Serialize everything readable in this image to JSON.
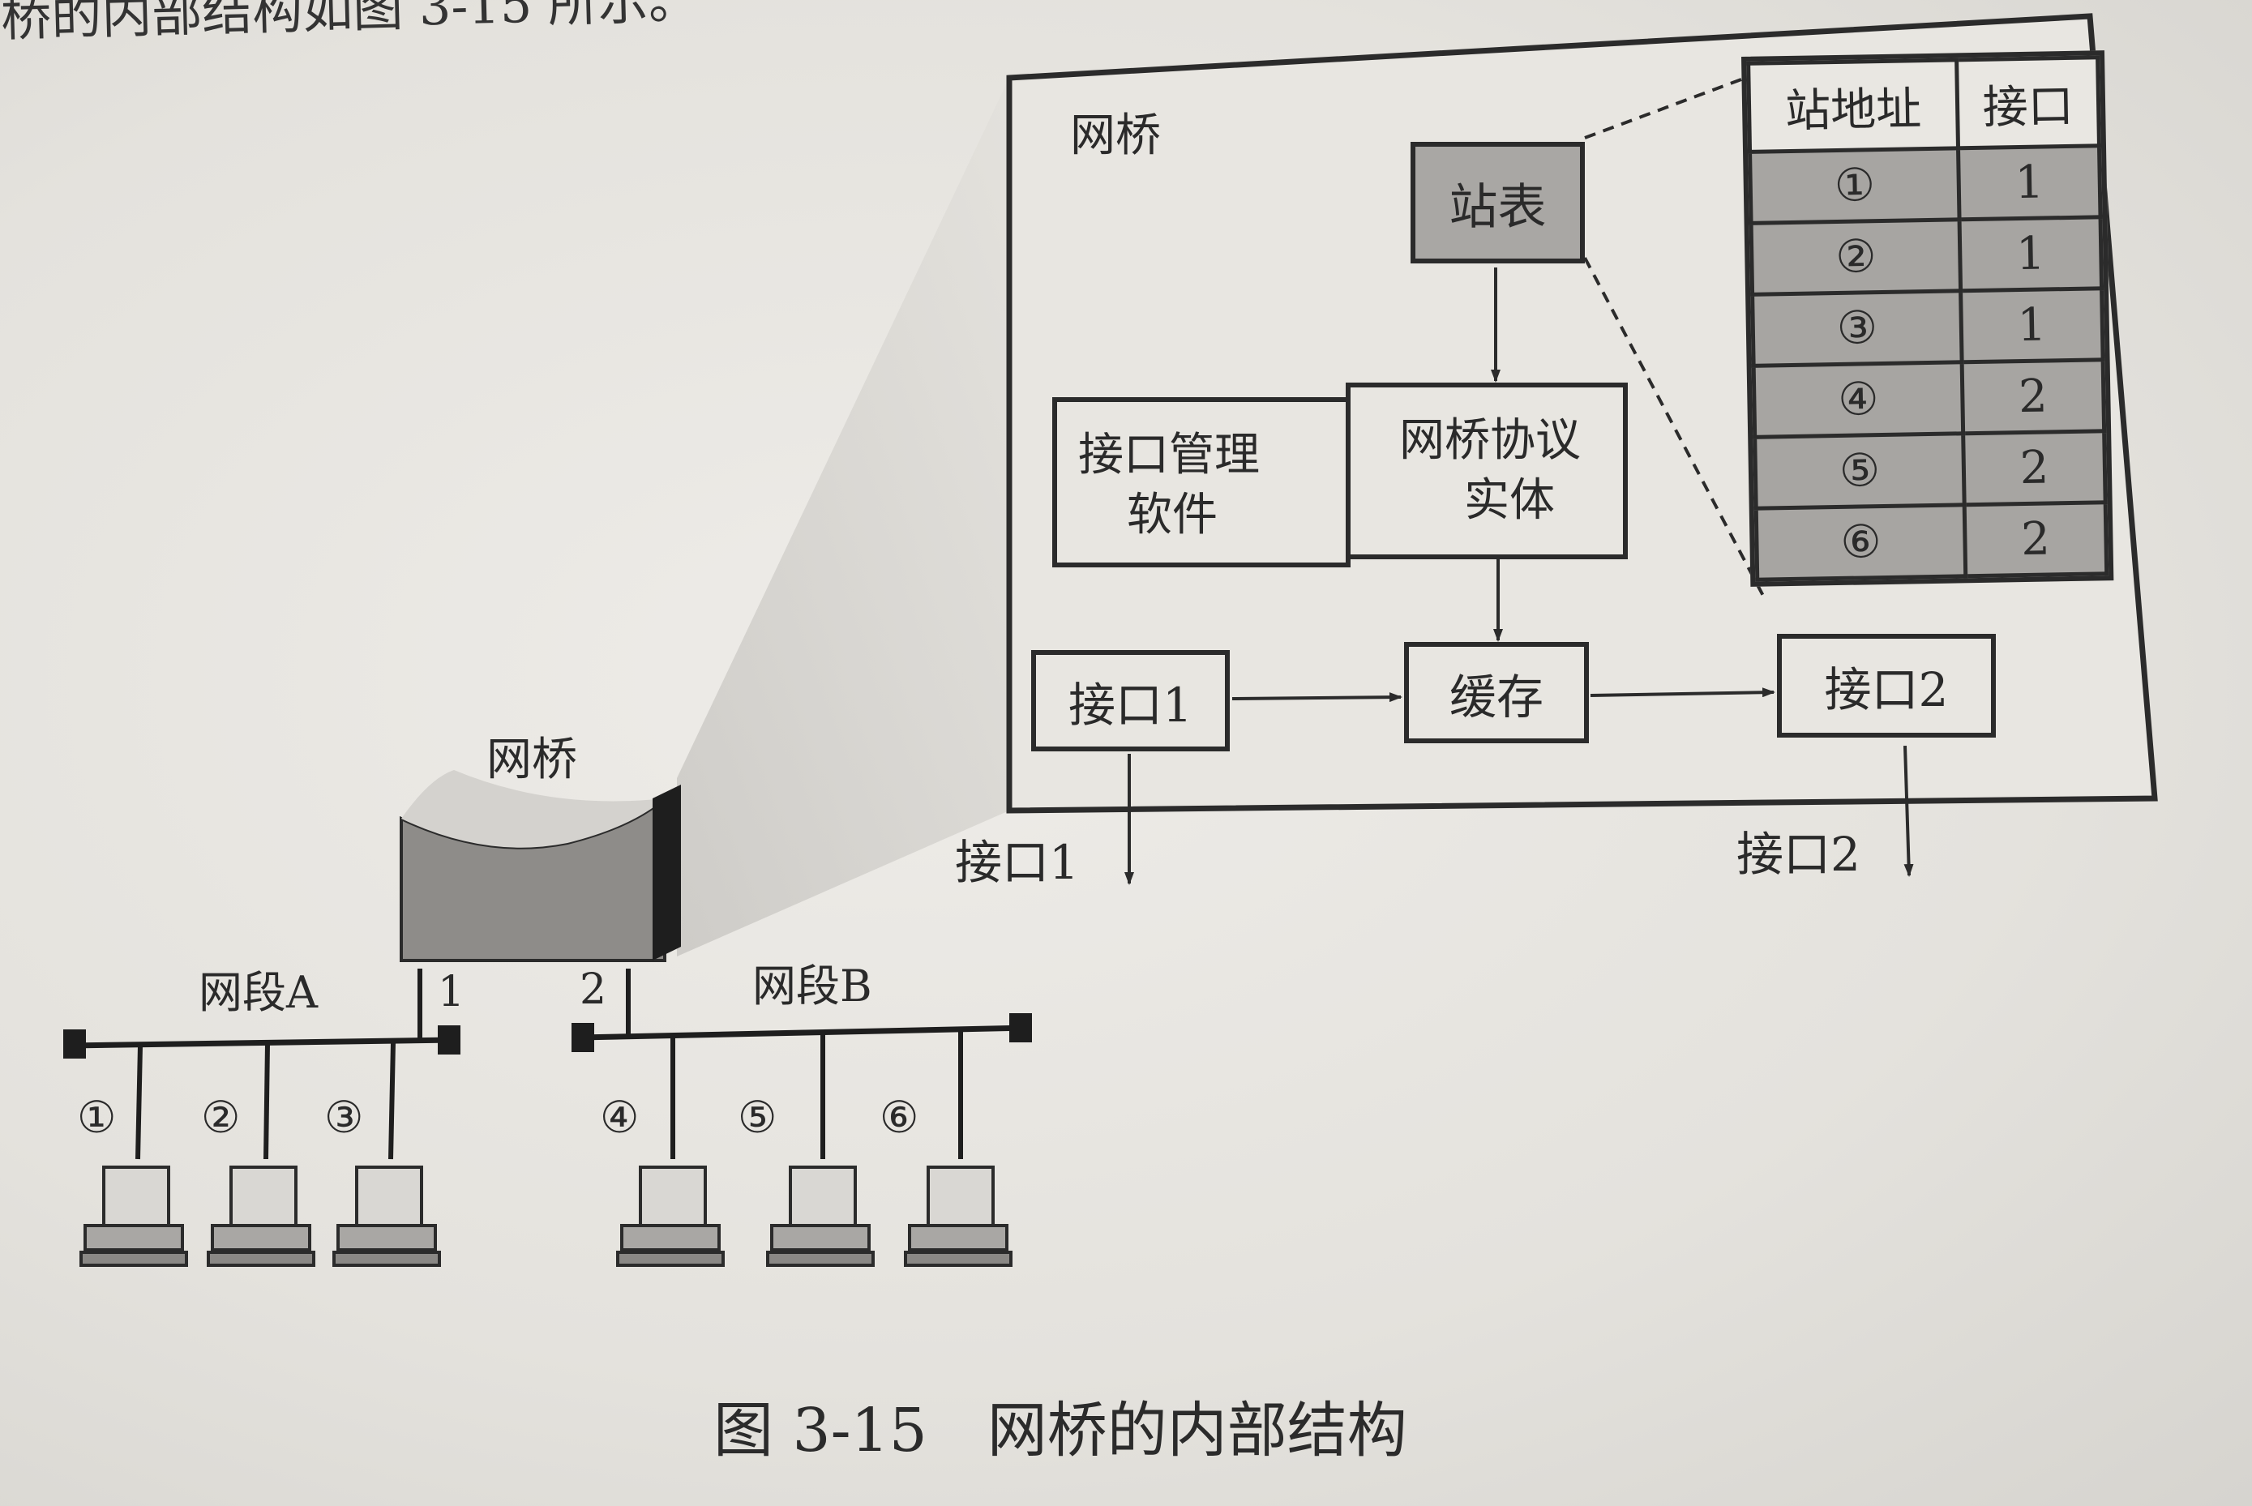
{
  "top_text": "桥的内部结构如图 3-15 所示。",
  "bridge": {
    "title": "网桥",
    "station_table": "站表",
    "interface_mgmt": [
      "接口管理",
      "软件"
    ],
    "protocol_entity": [
      "网桥协议",
      "实体"
    ],
    "buffer": "缓存",
    "port1": "接口1",
    "port2": "接口2"
  },
  "table": {
    "headers": [
      "站地址",
      "接口"
    ],
    "rows": [
      [
        "①",
        "1"
      ],
      [
        "②",
        "1"
      ],
      [
        "③",
        "1"
      ],
      [
        "④",
        "2"
      ],
      [
        "⑤",
        "2"
      ],
      [
        "⑥",
        "2"
      ]
    ]
  },
  "outside": {
    "port1_label": "接口1",
    "port2_label": "接口2",
    "device_label": "网桥",
    "segment_a": "网段A",
    "segment_b": "网段B",
    "port_num_1": "1",
    "port_num_2": "2",
    "stations": [
      "①",
      "②",
      "③",
      "④",
      "⑤",
      "⑥"
    ]
  },
  "caption": "图 3-15　网桥的内部结构"
}
